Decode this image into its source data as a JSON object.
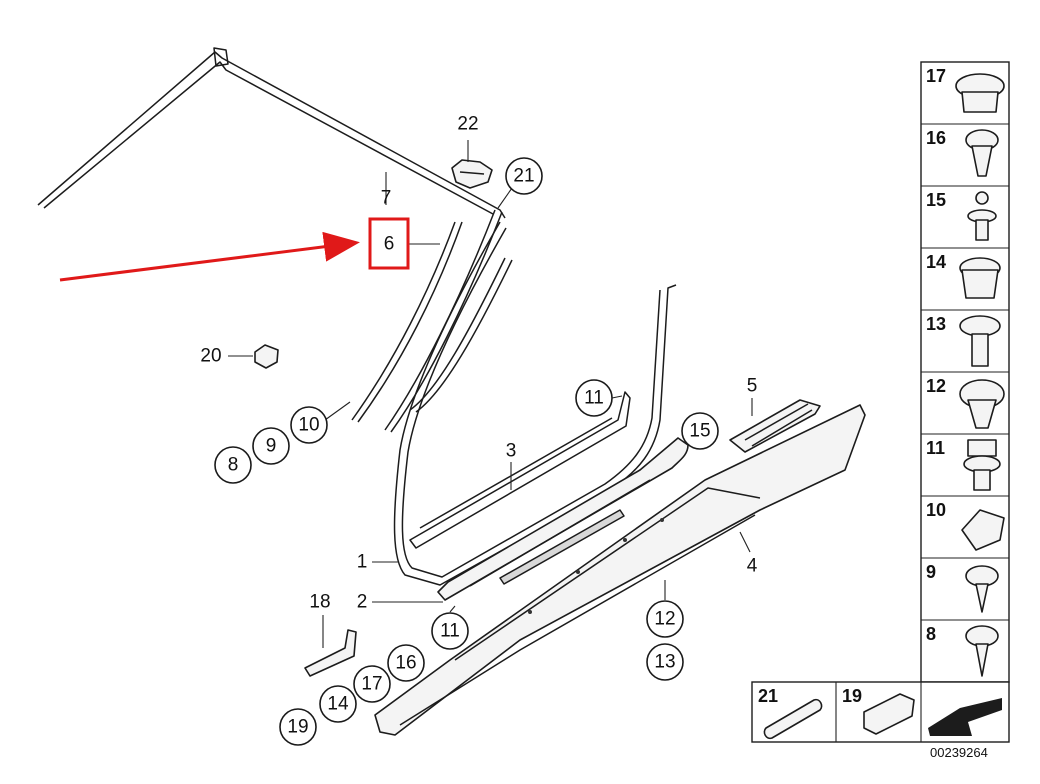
{
  "diagram_number": "00239264",
  "callouts": {
    "c1": "1",
    "c2": "2",
    "c3": "3",
    "c4": "4",
    "c5": "5",
    "c6": "6",
    "c7": "7",
    "c8": "8",
    "c9": "9",
    "c10": "10",
    "c11a": "11",
    "c11b": "11",
    "c12": "12",
    "c13": "13",
    "c14": "14",
    "c15": "15",
    "c16": "16",
    "c17": "17",
    "c18": "18",
    "c19": "19",
    "c20": "20",
    "c21": "21",
    "c22": "22"
  },
  "side_panel": {
    "p17": "17",
    "p16": "16",
    "p15": "15",
    "p14": "14",
    "p13": "13",
    "p12": "12",
    "p11": "11",
    "p10": "10",
    "p9": "9",
    "p8": "8"
  },
  "bottom_panel": {
    "b21": "21",
    "b19": "19"
  },
  "colors": {
    "highlight": "#e01919",
    "line": "#1c1c1c"
  }
}
